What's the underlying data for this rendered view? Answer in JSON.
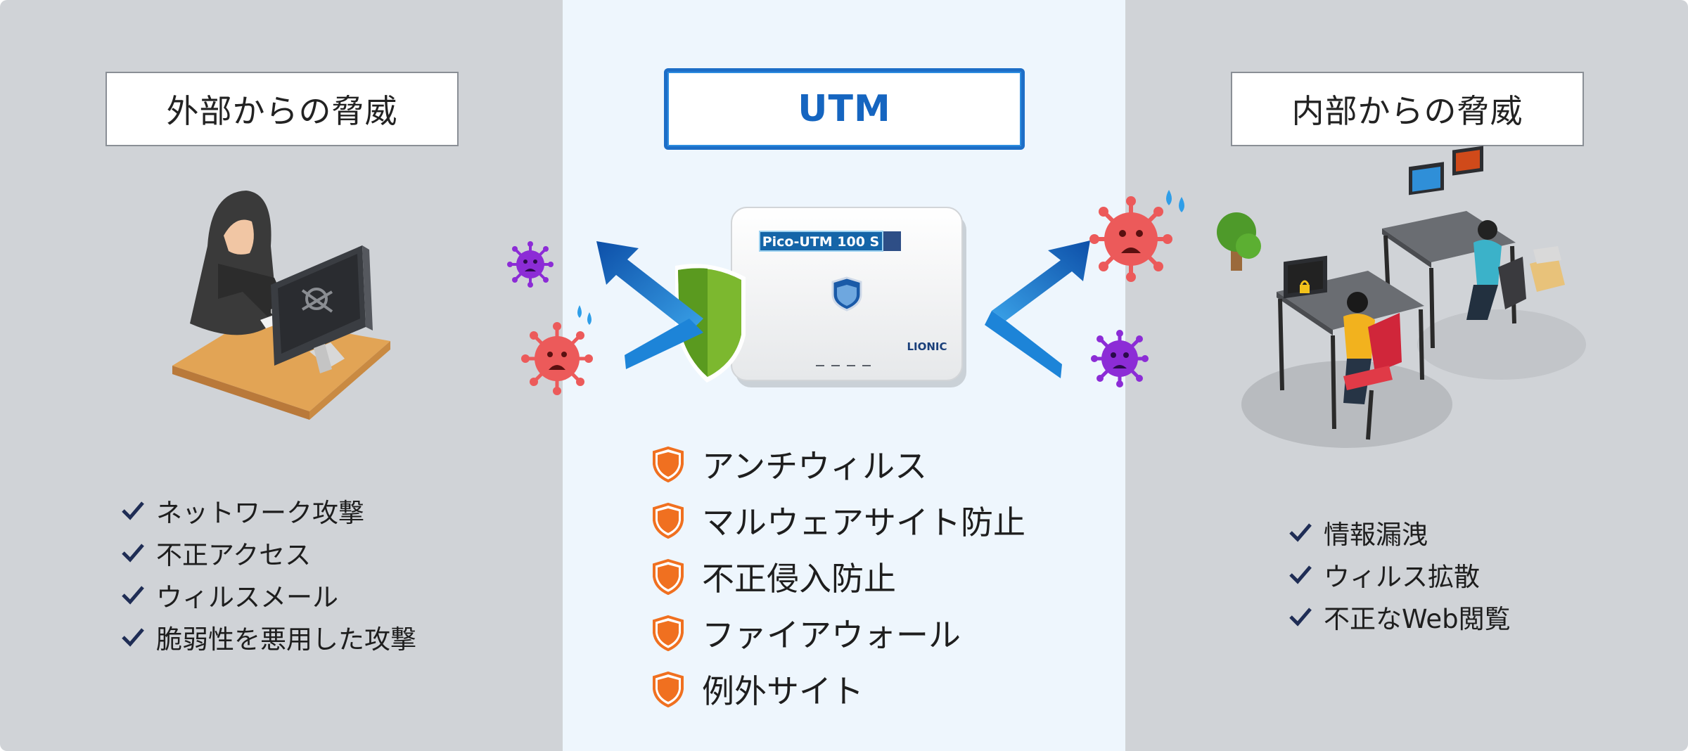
{
  "left": {
    "title": "外部からの脅威",
    "items": [
      "ネットワーク攻撃",
      "不正アクセス",
      "ウィルスメール",
      "脆弱性を悪用した攻撃"
    ]
  },
  "center": {
    "title": "UTM",
    "device_label": "Pico-UTM 100 S",
    "device_brand": "LIONIC",
    "features": [
      "アンチウィルス",
      "マルウェアサイト防止",
      "不正侵入防止",
      "ファイアウォール",
      "例外サイト"
    ]
  },
  "right": {
    "title": "内部からの脅威",
    "items": [
      "情報漏洩",
      "ウィルス拡散",
      "不正なWeb閲覧"
    ]
  },
  "colors": {
    "panel_side": "#d0d3d7",
    "panel_center": "#eef6fd",
    "utm_blue": "#1565c0",
    "arrow_blue": "#1e6fd0",
    "shield_green": "#7cb82f",
    "bullet_orange": "#f07020",
    "check_navy": "#1f2d55",
    "virus_red": "#ec5a5a",
    "virus_purple": "#8c2cd6"
  }
}
